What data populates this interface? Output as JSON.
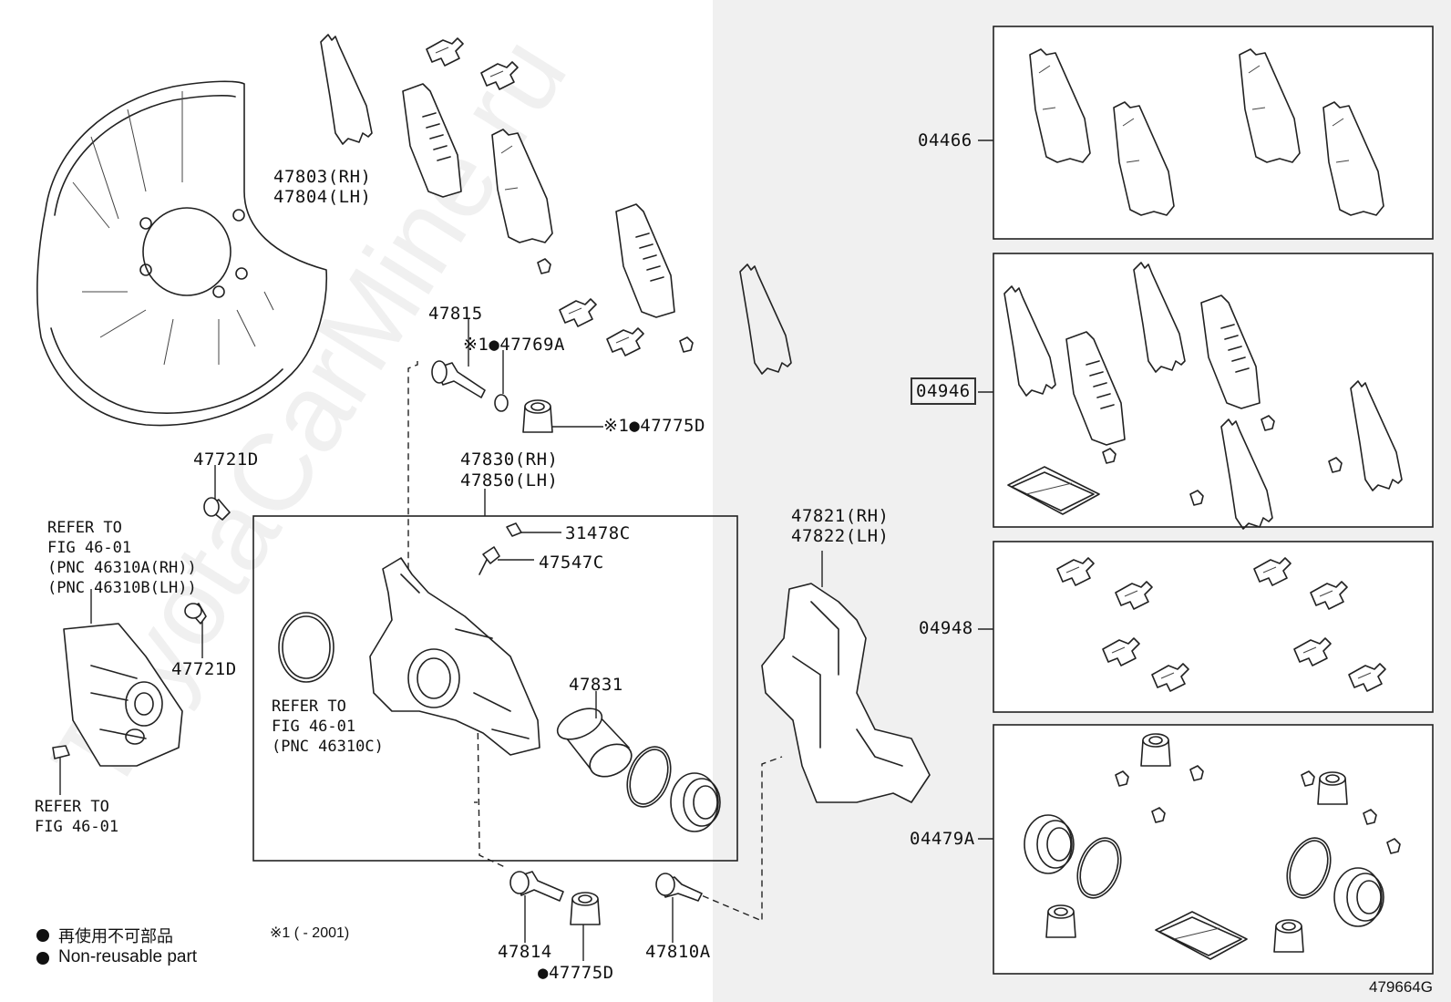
{
  "diagram_id": "479664G",
  "watermark": "ToyotaCarMine.ru",
  "selected_part": "04946",
  "legend": {
    "jp_text": "再使用不可部品",
    "en_text": "Non-reusable part",
    "note1": "※1 (      - 2001)"
  },
  "labels": {
    "l_47803": "47803(RH)",
    "l_47804": "47804(LH)",
    "l_47815": "47815",
    "l_47769A": "※1●47769A",
    "l_47775D_top": "※1●47775D",
    "l_47830": "47830(RH)",
    "l_47850": "47850(LH)",
    "l_47721D_a": "47721D",
    "l_47721D_b": "47721D",
    "l_31478C": "31478C",
    "l_47547C": "47547C",
    "l_47831": "47831",
    "l_47821": "47821(RH)",
    "l_47822": "47822(LH)",
    "l_47814": "47814",
    "l_47775D_bottom": "●47775D",
    "l_47810A": "47810A",
    "l_04466": "04466",
    "l_04946": "04946",
    "l_04948": "04948",
    "l_04479A": "04479A"
  },
  "refer_notes": {
    "motor_1": "REFER TO",
    "motor_2": "FIG 46-01",
    "motor_3": "(PNC 46310A(RH))",
    "motor_4": "(PNC 46310B(LH))",
    "ring_1": "REFER TO",
    "ring_2": "FIG 46-01",
    "ring_3": "(PNC 46310C)",
    "plug_1": "REFER TO",
    "plug_2": "FIG 46-01"
  },
  "colors": {
    "line": "#222222",
    "right_panel_bg": "#f0f0f0",
    "box_bg": "#ffffff",
    "selected_outline": "#333333"
  }
}
